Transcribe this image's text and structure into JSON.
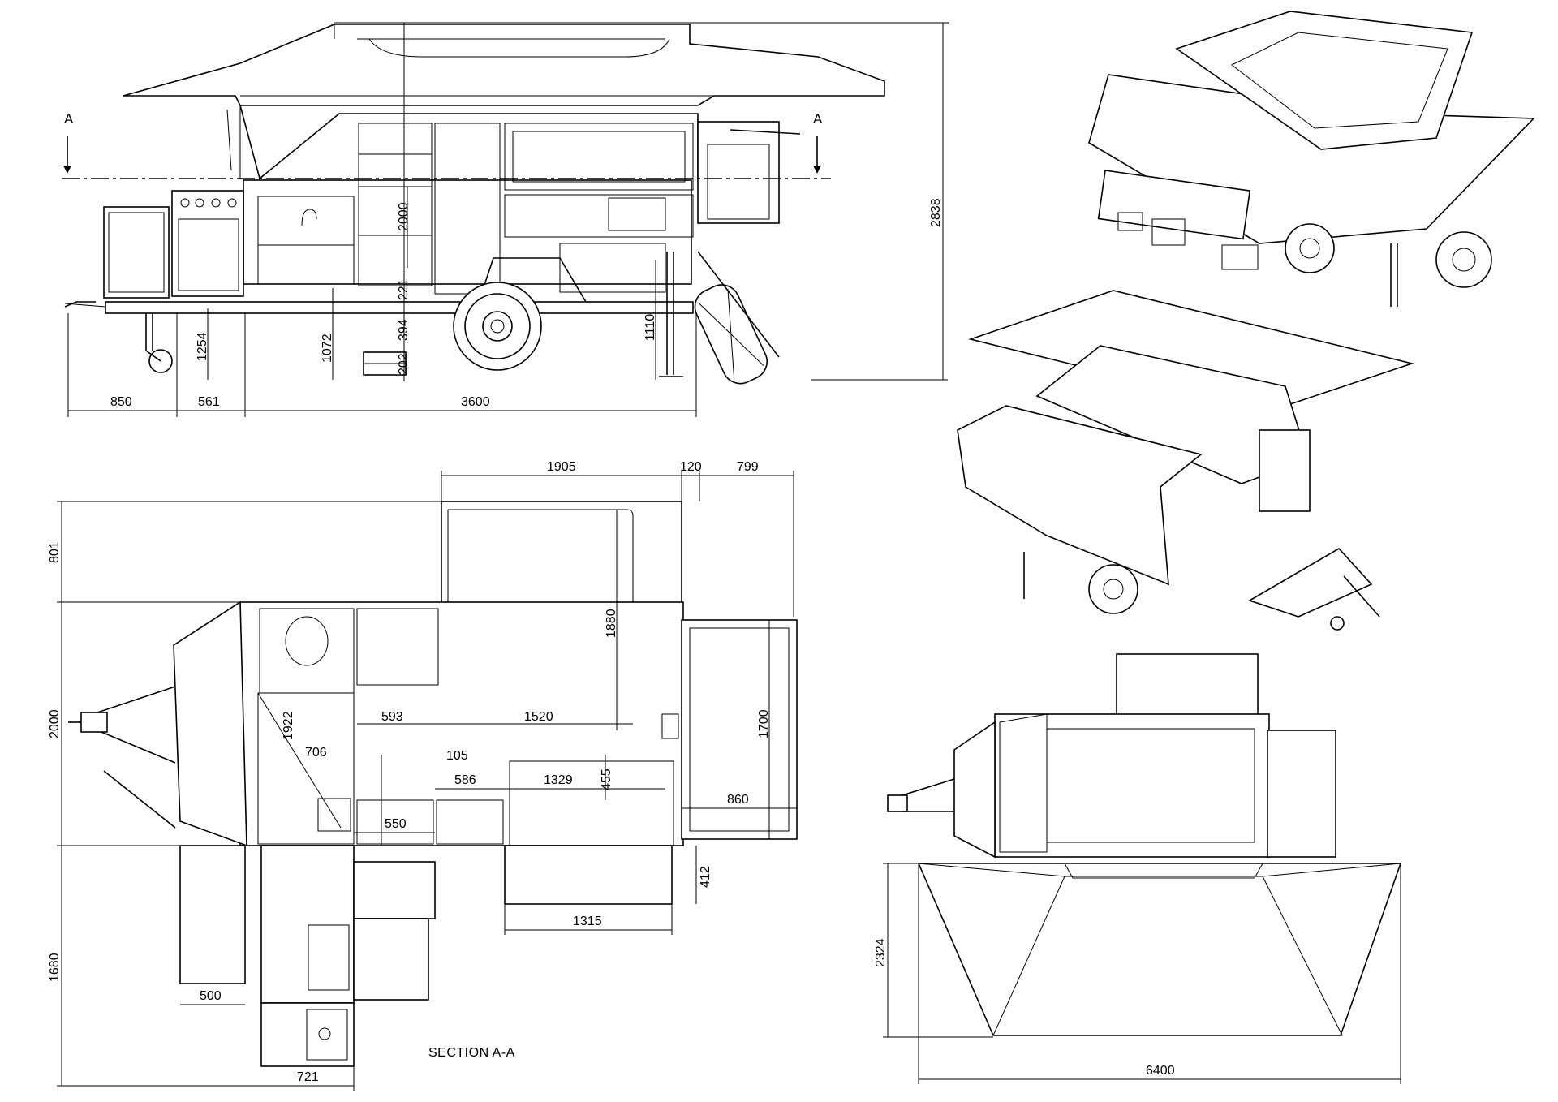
{
  "side_view": {
    "section_marker_left": "A",
    "section_marker_right": "A",
    "dims": {
      "overall_height": "2838",
      "hitch_length": "850",
      "drawbar": "561",
      "body_length": "3600",
      "kitchen_height": "2000",
      "step": "221",
      "ground_to_floor": "1254",
      "floor_height": "1072",
      "tread": "394",
      "ground_clearance": "202",
      "jack_height": "1110"
    }
  },
  "section_view": {
    "label": "SECTION A-A",
    "dims": {
      "top_width": "1905",
      "gap": "120",
      "right_ext": "799",
      "upper_depth": "801",
      "body_depth": "2000",
      "lower_depth": "1680",
      "bed_length": "1880",
      "right_panel": "1700",
      "diag": "1922",
      "galley": "706",
      "w593": "593",
      "bed_width": "1520",
      "w105": "105",
      "w586": "586",
      "w1329": "1329",
      "h455": "455",
      "w860": "860",
      "w550": "550",
      "h412": "412",
      "w1315": "1315",
      "w500": "500",
      "w721": "721"
    }
  },
  "rear_view": {
    "dims": {
      "awning_depth": "2324",
      "awning_width": "6400"
    }
  }
}
